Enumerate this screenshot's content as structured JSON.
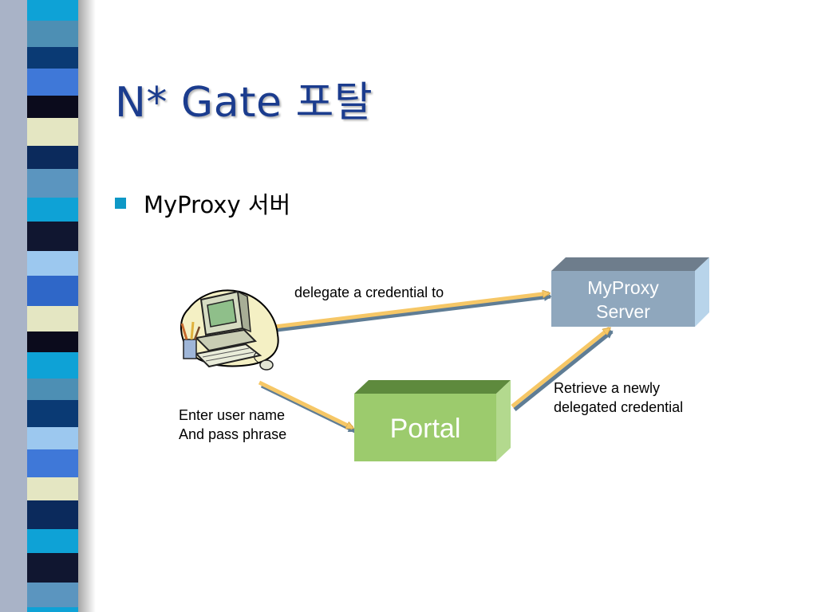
{
  "slide": {
    "title": "N* Gate  포탈",
    "bullet": "MyProxy 서버"
  },
  "diagram": {
    "nodes": {
      "myproxy": "MyProxy\nServer",
      "portal": "Portal"
    },
    "edges": {
      "delegate": "delegate a credential to",
      "enter": "Enter user name\nAnd pass phrase",
      "retrieve": "Retrieve a newly\ndelegated credential"
    }
  },
  "colors": {
    "title": "#1b3c8e",
    "bullet": "#0e98c6",
    "arrow": "#f6c766",
    "myproxy_box": "#8fa7bd",
    "portal_box": "#9ccb6d"
  },
  "icons": {
    "user_computer": "computer-icon"
  }
}
